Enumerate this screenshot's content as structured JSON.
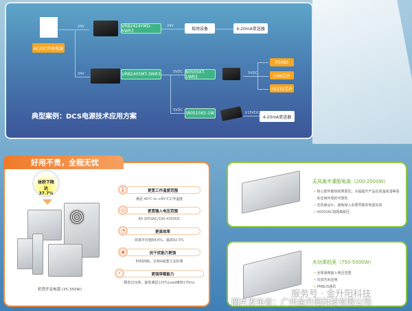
{
  "diagram": {
    "title": "典型案例：DCS电源技术应用方案",
    "source": "AC/DC开关电源",
    "v24a": "24V",
    "v24b": "24V",
    "v24c": "24V",
    "mod1": "VRB2424YMD-6WR3",
    "mod2": "URB2405MT-3WR3",
    "mod3": "B0505XT-1WR3",
    "mod4": "IA0515KS-1W",
    "dev1": "现场设备",
    "dev2": "4-20mA变送器",
    "dev3": "4-20mA变送器",
    "v5a": "5VDC",
    "v5b": "5VDC",
    "v5c": "5VDC",
    "v15": "±15VDC",
    "out1": "RS485",
    "out2": "CAN芯片",
    "out3": "RS232芯片"
  },
  "left_card": {
    "tab": "好用不贵，全程无忧",
    "badge": "体积下降达37.7%",
    "caption": "机壳开关电源 (35-350W)",
    "features": [
      {
        "title": "更宽工作温度范围",
        "desc": "满足-40℃ to +85℃工作温度"
      },
      {
        "title": "更宽输入电压范围",
        "desc": "80-305VAC/100-430VDC"
      },
      {
        "title": "更高效率",
        "desc": "效率平均值89.8%，最高92.5%"
      },
      {
        "title": "抗干扰能力更强",
        "desc": "EMS四级，达到A级重工业标准"
      },
      {
        "title": "更强带载能力",
        "desc": "瞬态过功率，最低满足125%Load维持170ms"
      }
    ]
  },
  "right_cards": [
    {
      "title": "无风扇半灌胶电源（200-2500W）",
      "bullets": [
        "核心部件散热效果更优，大幅提升产品在高温高湿等恶劣应用环境的可靠性",
        "无风扇设计，避免吸入杂质导致的电源失效",
        "4000VAC高隔离耐压"
      ]
    },
    {
      "title": "大功率机壳（750-5000W）",
      "bullets": [
        "全球通用输入电压范围",
        "均流冗余应用",
        "PMBUS通讯"
      ]
    }
  ],
  "watermark": {
    "line1": "服务号 · 金升阳科技",
    "line2": "图片发布者：广州金升阳科技有限公司"
  }
}
